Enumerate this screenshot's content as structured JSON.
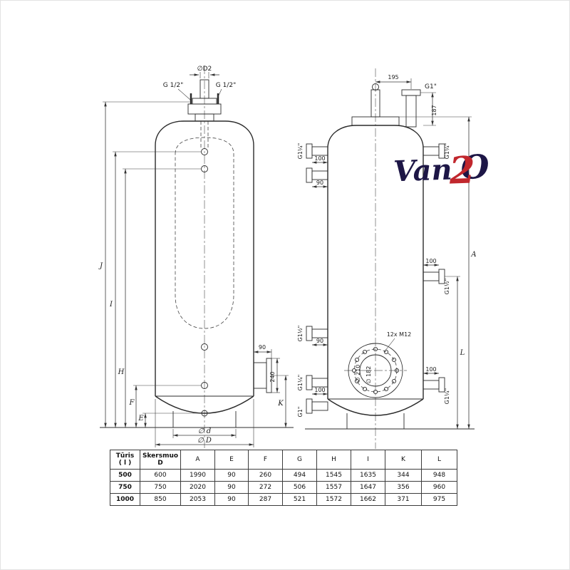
{
  "logo": {
    "van": "Van",
    "two": "2",
    "o": "O"
  },
  "left_view": {
    "d2": "∅D2",
    "g_half_left": "G 1/2\"",
    "g_half_right": "G 1/2\"",
    "j": "J",
    "i": "I",
    "h": "H",
    "f": "F",
    "e": "E",
    "n90": "90",
    "n240": "240",
    "k": "K",
    "dia_d": "∅ d",
    "dia_D": "∅ D"
  },
  "right_view": {
    "n195": "195",
    "g1_top": "G1\"",
    "n187": "187",
    "g114_top_left": "G1¼\"",
    "n100_top_left": "100",
    "n90_top_left": "90",
    "g112_mid_left": "G1½\"",
    "n90_mid_left": "90",
    "g114_low_left": "G1¼\"",
    "n100_low_left": "100",
    "g1_low_left": "G1\"",
    "g114_top_right": "G1¼\"",
    "n100_mid_right": "100",
    "g112_mid_right": "G1½\"",
    "n100_low_right": "100",
    "g114_low_right": "G1¼\"",
    "bolts": "12x M12",
    "dia210": "∅ 210",
    "dia182": "∅ 182",
    "a": "A",
    "l": "L"
  },
  "table": {
    "h_turis_1": "Tūris",
    "h_turis_2": "( l )",
    "h_skersmuo_1": "Skersmuo",
    "h_skersmuo_2": "D",
    "cols": [
      "A",
      "E",
      "F",
      "G",
      "H",
      "I",
      "K",
      "L"
    ],
    "rows": [
      {
        "turis": "500",
        "d": "600",
        "vals": [
          "1990",
          "90",
          "260",
          "494",
          "1545",
          "1635",
          "344",
          "948"
        ]
      },
      {
        "turis": "750",
        "d": "750",
        "vals": [
          "2020",
          "90",
          "272",
          "506",
          "1557",
          "1647",
          "356",
          "960"
        ]
      },
      {
        "turis": "1000",
        "d": "850",
        "vals": [
          "2053",
          "90",
          "287",
          "521",
          "1572",
          "1662",
          "371",
          "975"
        ]
      }
    ]
  }
}
